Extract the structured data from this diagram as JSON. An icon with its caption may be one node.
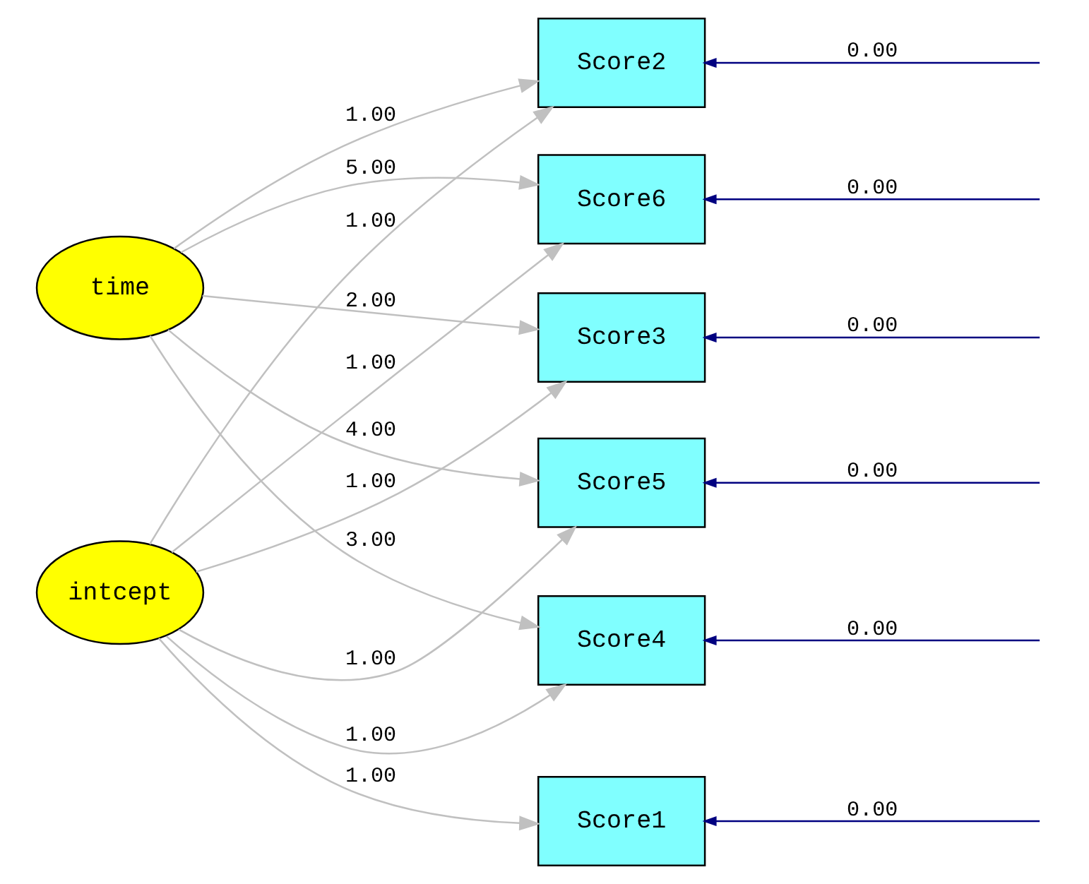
{
  "diagram": {
    "nodes": [
      {
        "text": [
          "intcept"
        ]
      },
      {
        "text": [
          "time"
        ]
      },
      {
        "text": [
          "Score1"
        ]
      },
      {
        "text": [
          "Score2"
        ]
      },
      {
        "text": [
          "Score3"
        ]
      },
      {
        "text": [
          "Score4"
        ]
      },
      {
        "text": [
          "Score5"
        ]
      },
      {
        "text": [
          "Score6"
        ]
      }
    ],
    "edges": [
      {
        "from": 0,
        "to": 2,
        "arrow": "to",
        "label": "1.00"
      },
      {
        "from": 0,
        "to": 3,
        "arrow": "to",
        "label": "1.00"
      },
      {
        "from": 0,
        "to": 4,
        "arrow": "to",
        "label": "1.00"
      },
      {
        "from": 0,
        "to": 5,
        "arrow": "to",
        "label": "1.00"
      },
      {
        "from": 0,
        "to": 6,
        "arrow": "to",
        "label": "1.00"
      },
      {
        "from": 0,
        "to": 7,
        "arrow": "to",
        "label": "1.00"
      },
      {
        "from": 1,
        "to": 3,
        "arrow": "to",
        "label": "1.00"
      },
      {
        "from": 1,
        "to": 4,
        "arrow": "to",
        "label": "2.00"
      },
      {
        "from": 1,
        "to": 5,
        "arrow": "to",
        "label": "3.00"
      },
      {
        "from": 1,
        "to": 6,
        "arrow": "to",
        "label": "4.00"
      },
      {
        "from": 1,
        "to": 7,
        "arrow": "to",
        "label": "5.00"
      },
      {
        "from": null,
        "to": 2,
        "arrow": "to",
        "label": "0.00",
        "color": "#000080"
      },
      {
        "from": null,
        "to": 3,
        "arrow": "to",
        "label": "0.00",
        "color": "#000080"
      },
      {
        "from": null,
        "to": 4,
        "arrow": "to",
        "label": "0.00",
        "color": "#000080"
      },
      {
        "from": null,
        "to": 5,
        "arrow": "to",
        "label": "0.00",
        "color": "#000080"
      },
      {
        "from": null,
        "to": 6,
        "arrow": "to",
        "label": "0.00",
        "color": "#000080"
      },
      {
        "from": null,
        "to": 7,
        "arrow": "to",
        "label": "0.00",
        "color": "#000080"
      }
    ]
  }
}
